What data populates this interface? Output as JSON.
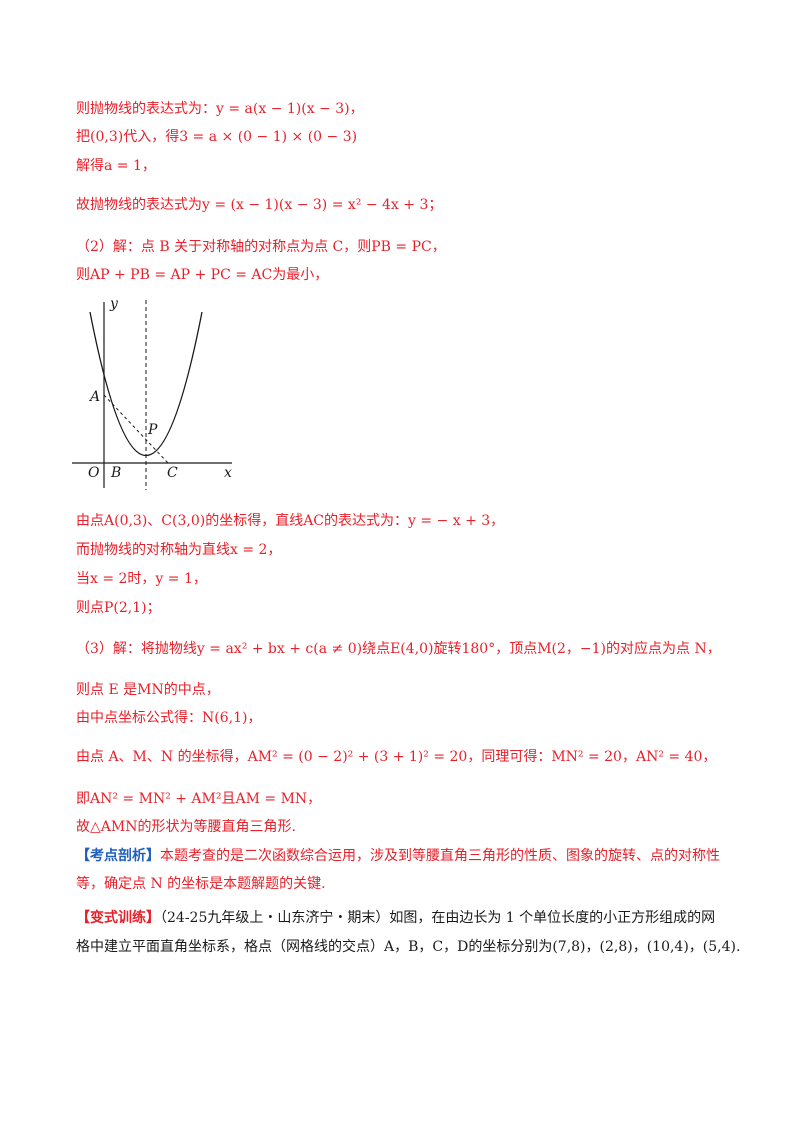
{
  "lines": [
    "则抛物线的表达式为：y = a(x − 1)(x − 3)，",
    "把(0,3)代入，得3 = a × (0 − 1) × (0 − 3)",
    "解得a = 1，",
    "故抛物线的表达式为y = (x − 1)(x − 3) = x² − 4x + 3；",
    "（2）解：点 B 关于对称轴的对称点为点 C，则PB = PC，",
    "则AP + PB = AP + PC = AC为最小，",
    "由点A(0,3)、C(3,0)的坐标得，直线AC的表达式为：y = − x + 3，",
    "而抛物线的对称轴为直线x = 2，",
    "当x = 2时，y = 1，",
    "则点P(2,1)；",
    "（3）解：将抛物线y = ax² + bx + c(a ≠ 0)绕点E(4,0)旋转180°，顶点M(2，−1)的对应点为点 N，",
    "则点 E 是MN的中点，",
    "由中点坐标公式得：N(6,1)，",
    "由点 A、M、N 的坐标得，AM² = (0 − 2)² + (3 + 1)² = 20，同理可得：MN² = 20，AN² = 40，",
    "即AN² = MN² + AM²且AM = MN，",
    "故△AMN的形状为等腰直角三角形."
  ],
  "analysis": {
    "tag": "【考点剖析】",
    "text1": "本题考查的是二次函数综合运用，涉及到等腰直角三角形的性质、图象的旋转、点的对称性",
    "text2": "等，确定点 N 的坐标是本题解题的关键."
  },
  "exercise": {
    "tag": "【变式训练】",
    "text1": "（24-25九年级上・山东济宁・期末）如图，在由边长为 1 个单位长度的小正方形组成的网",
    "text2": "格中建立平面直角坐标系，格点（网格线的交点）A，B，C，D的坐标分别为(7,8)，(2,8)，(10,4)，(5,4)."
  },
  "graph_labels": {
    "y": "y",
    "x": "x",
    "o": "O",
    "a": "A",
    "b": "B",
    "c": "C",
    "p": "P"
  }
}
